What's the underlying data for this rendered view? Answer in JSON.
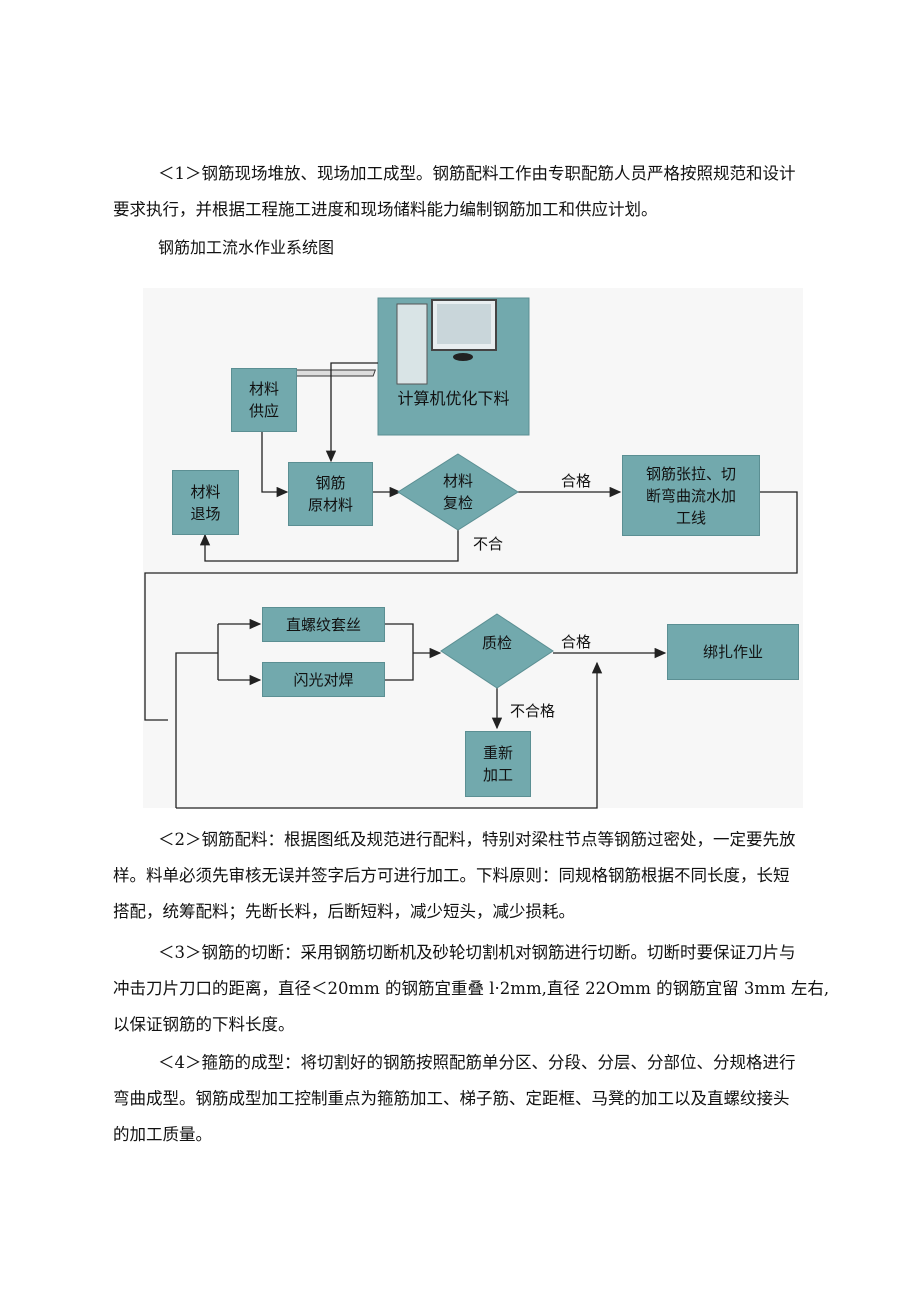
{
  "paragraphs": {
    "p1": [
      "＜1＞钢筋现场堆放、现场加工成型。钢筋配料工作由专职配筋人员严格按照规范和设计",
      "要求执行，并根据工程施工进度和现场储料能力编制钢筋加工和供应计划。"
    ],
    "caption": "钢筋加工流水作业系统图",
    "p2": [
      "＜2＞钢筋配料：根据图纸及规范进行配料，特别对梁柱节点等钢筋过密处，一定要先放",
      "样。料单必须先审核无误并签字后方可进行加工。下料原则：同规格钢筋根据不同长度，长短",
      "搭配，统筹配料；先断长料，后断短料，减少短头，减少损耗。"
    ],
    "p3": [
      "＜3＞钢筋的切断：采用钢筋切断机及砂轮切割机对钢筋进行切断。切断时要保证刀片与",
      "冲击刀片刀口的距离，直径＜20mm 的钢筋宜重叠 l·2mm,直径 22Omm 的钢筋宜留 3mm 左右,",
      "以保证钢筋的下料长度。"
    ],
    "p4": [
      "＜4＞箍筋的成型：将切割好的钢筋按照配筋单分区、分段、分层、分部位、分规格进行",
      "弯曲成型。钢筋成型加工控制重点为箍筋加工、梯子筋、定距框、马凳的加工以及直螺纹接头",
      "的加工质量。"
    ]
  },
  "diagram": {
    "computer": "计算机优化下料",
    "material_supply": [
      "材料",
      "供应"
    ],
    "raw_material": [
      "钢筋",
      "原材料"
    ],
    "recheck": [
      "材料",
      "复检"
    ],
    "material_return": [
      "材料",
      "退场"
    ],
    "pass1": "合格",
    "fail1": "不合",
    "line1": [
      "钢筋张拉、切",
      "断弯曲流水加",
      "工线"
    ],
    "thread": "直螺纹套丝",
    "flash_weld": "闪光对焊",
    "qc": "质检",
    "pass2": "合格",
    "fail2": "不合格",
    "binding": "绑扎作业",
    "rework": [
      "重新",
      "加工"
    ]
  },
  "colors": {
    "box_fill": "#72a9ad",
    "box_border": "#5b8f93",
    "line": "#222222",
    "diagram_bg": "#f7f7f7"
  }
}
